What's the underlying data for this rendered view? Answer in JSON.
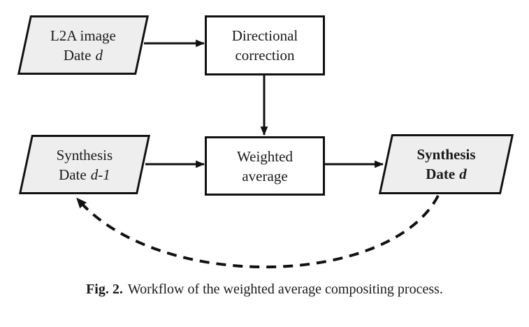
{
  "figure": {
    "caption_label": "Fig. 2.",
    "caption_text": "Workflow of the weighted average compositing process."
  },
  "colors": {
    "parallelogram_fill": "#eeeeee",
    "process_fill": "#ffffff",
    "stroke": "#111111",
    "background": "#ffffff"
  },
  "nodes": {
    "l2a_image": {
      "line1": "L2A image",
      "date_prefix": "Date",
      "date_value": "d"
    },
    "directional_correction": {
      "line1": "Directional",
      "line2": "correction"
    },
    "synthesis_prev": {
      "line1": "Synthesis",
      "date_prefix": "Date",
      "date_value": "d-1"
    },
    "weighted_average": {
      "line1": "Weighted",
      "line2": "average"
    },
    "synthesis_curr": {
      "line1": "Synthesis",
      "date_prefix": "Date",
      "date_value": "d"
    }
  },
  "edges": {
    "l2a_to_directional": "solid-arrow",
    "directional_to_weighted": "solid-arrow",
    "synthesis_prev_to_weighted": "solid-arrow",
    "weighted_to_synthesis_curr": "solid-arrow",
    "synthesis_curr_to_synthesis_prev": "dashed-feedback-arrow"
  }
}
